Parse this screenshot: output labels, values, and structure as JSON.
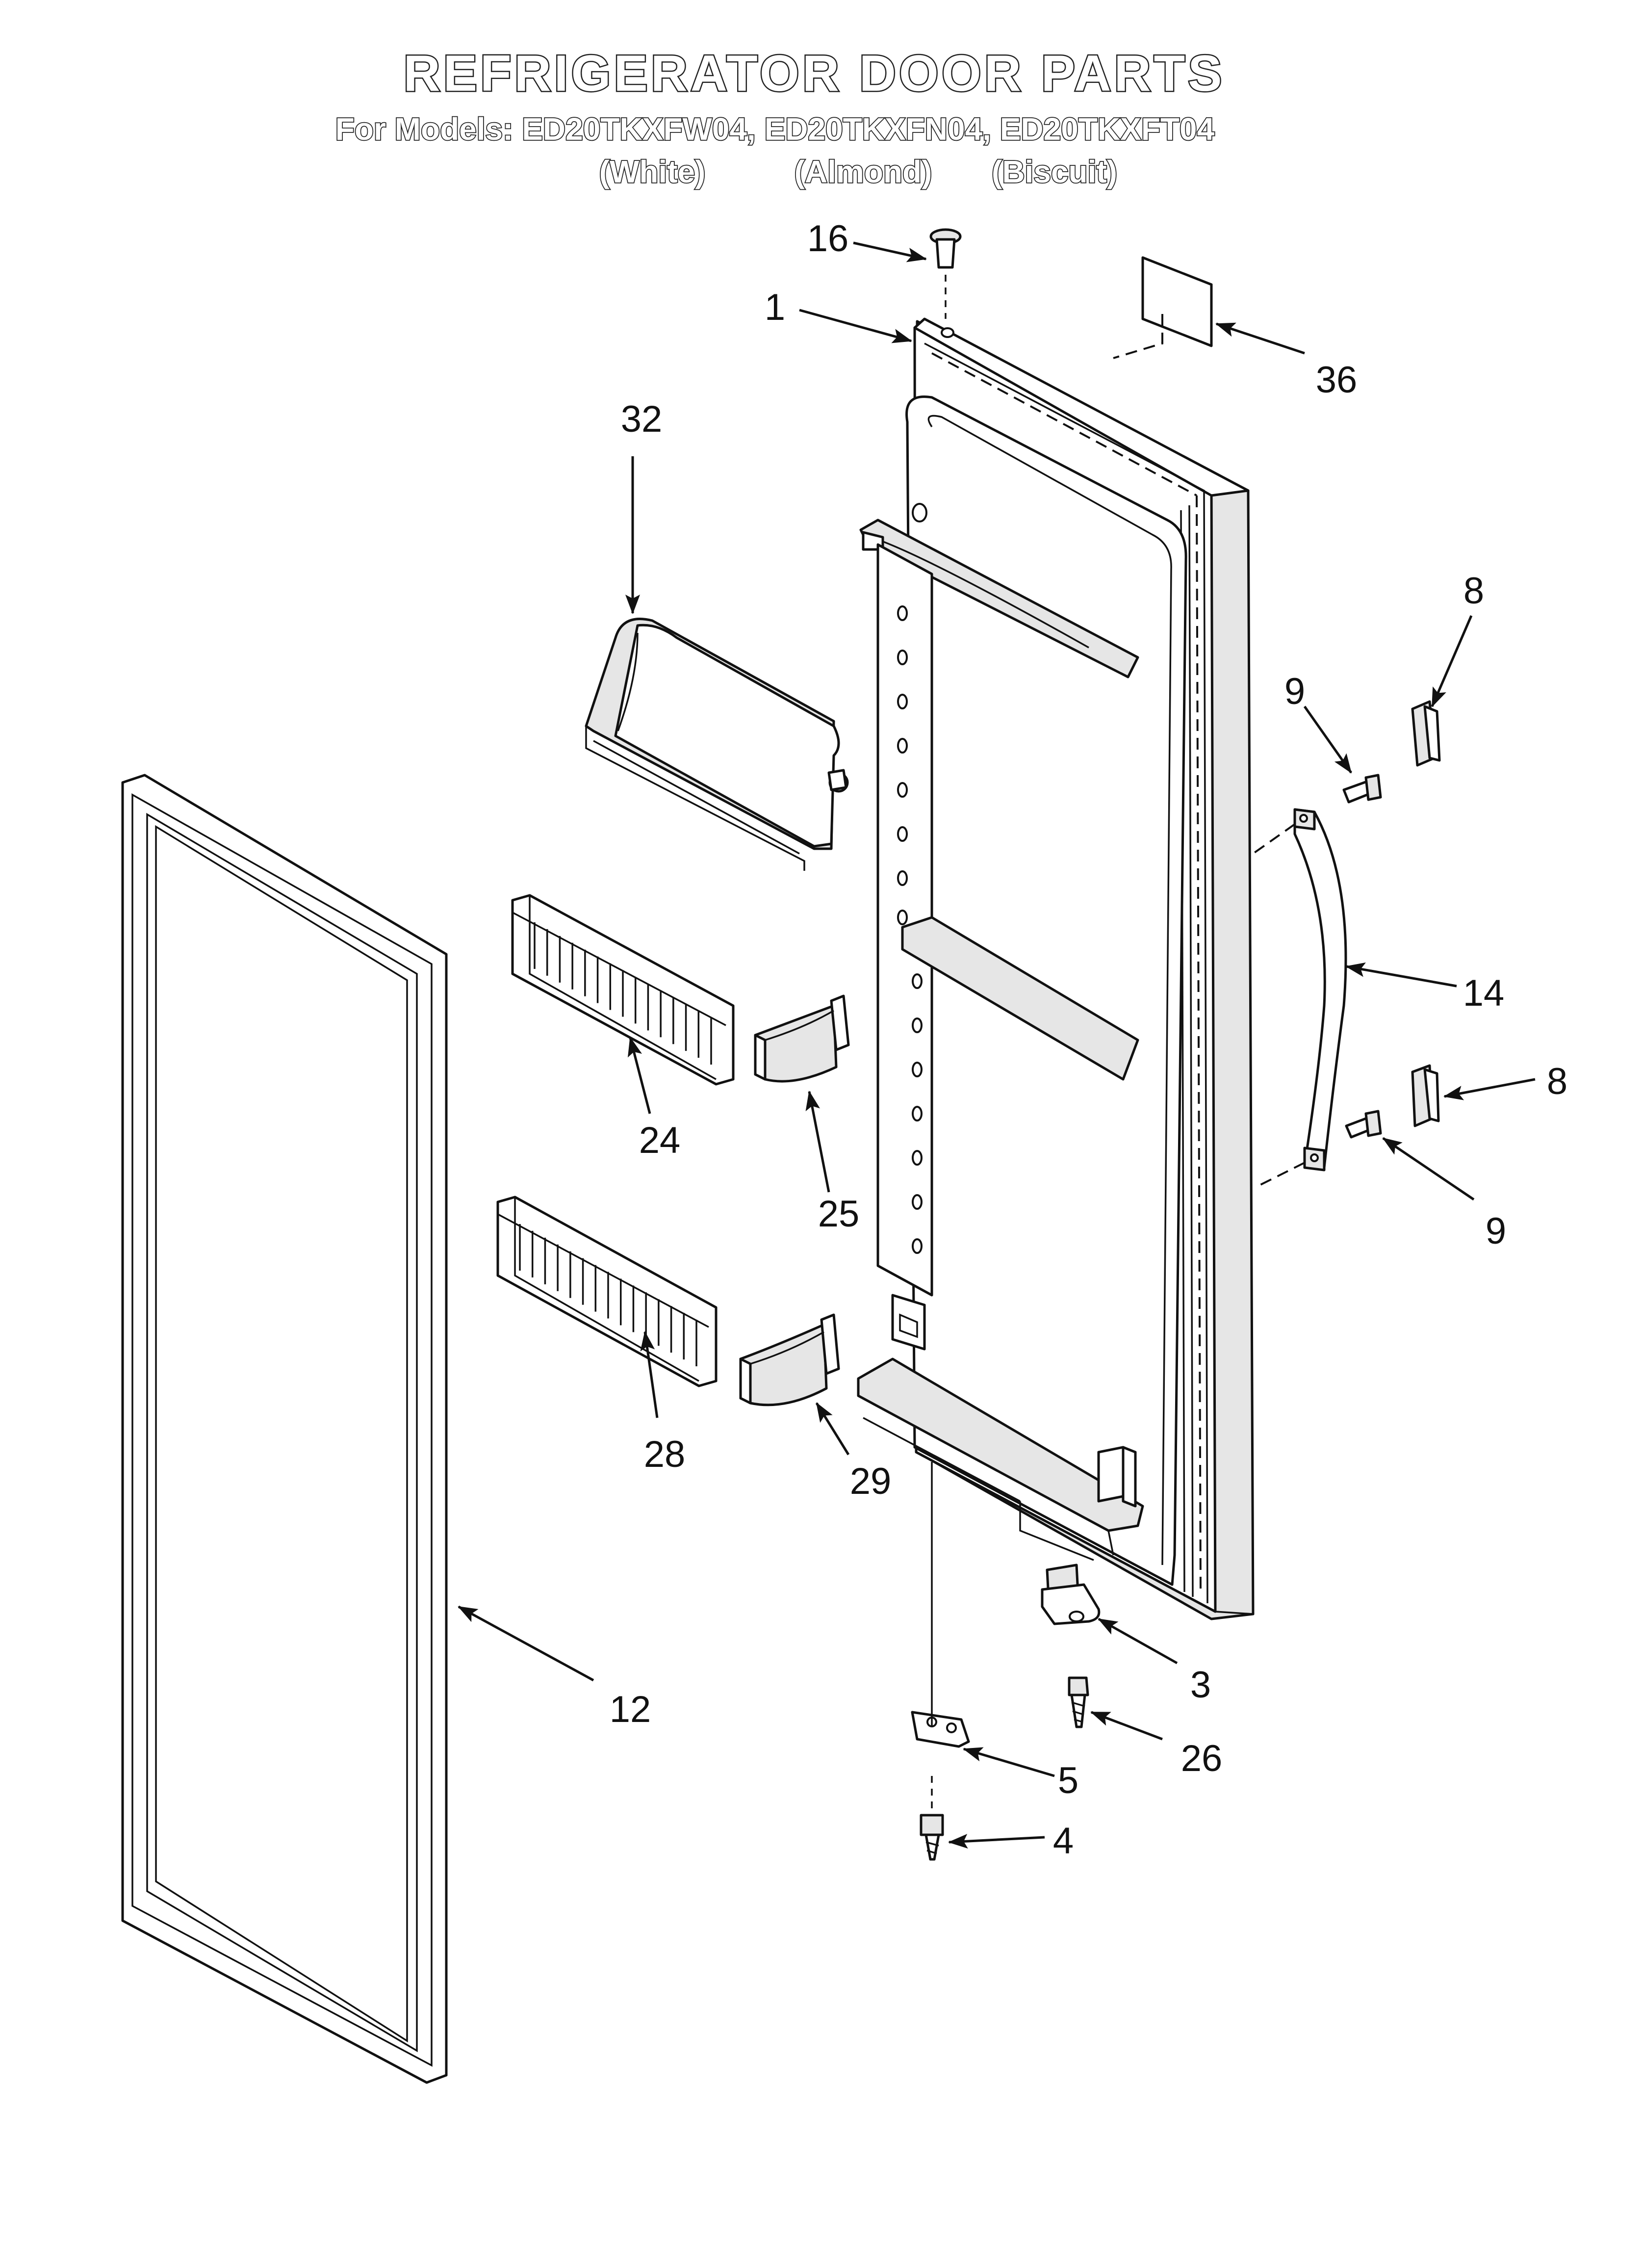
{
  "header": {
    "title": "REFRIGERATOR DOOR PARTS",
    "models_line": "For Models: ED20TKXFW04, ED20TKXFN04, ED20TKXFT04",
    "colors": [
      "(White)",
      "(Almond)",
      "(Biscuit)"
    ]
  },
  "callouts": [
    {
      "id": "c16",
      "label": "16"
    },
    {
      "id": "c1",
      "label": "1"
    },
    {
      "id": "c36",
      "label": "36"
    },
    {
      "id": "c32",
      "label": "32"
    },
    {
      "id": "c8a",
      "label": "8"
    },
    {
      "id": "c9a",
      "label": "9"
    },
    {
      "id": "c14",
      "label": "14"
    },
    {
      "id": "c8b",
      "label": "8"
    },
    {
      "id": "c9b",
      "label": "9"
    },
    {
      "id": "c24",
      "label": "24"
    },
    {
      "id": "c25",
      "label": "25"
    },
    {
      "id": "c28",
      "label": "28"
    },
    {
      "id": "c29",
      "label": "29"
    },
    {
      "id": "c12",
      "label": "12"
    },
    {
      "id": "c3",
      "label": "3"
    },
    {
      "id": "c26",
      "label": "26"
    },
    {
      "id": "c5",
      "label": "5"
    },
    {
      "id": "c4",
      "label": "4"
    }
  ],
  "colors": {
    "line": "#111111",
    "background": "#ffffff",
    "part_fill": "#e6e6e6"
  }
}
